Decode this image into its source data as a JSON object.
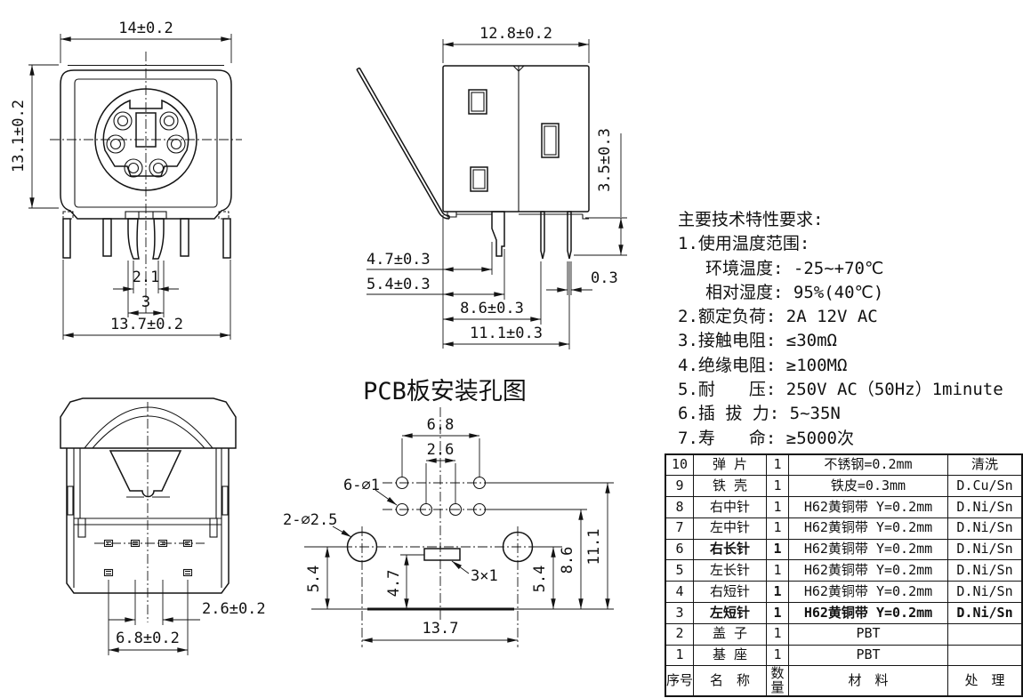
{
  "front_view": {
    "dim_width_top": "14±0.2",
    "dim_height_left": "13.1±0.2",
    "dim_prong_gap": "2.1",
    "dim_prong_pitch": "3",
    "dim_width_bottom": "13.7±0.2"
  },
  "side_view": {
    "dim_width_top": "12.8±0.2",
    "dim_pin_length": "3.5±0.3",
    "dim_tab_offset": "4.7±0.3",
    "dim_post_offset": "5.4±0.3",
    "dim_pin_width": "0.3",
    "dim_pin1_offset": "8.6±0.3",
    "dim_pin2_offset": "11.1±0.3"
  },
  "bottom_view": {
    "dim_inner_pitch": "2.6±0.2",
    "dim_outer_pitch": "6.8±0.2"
  },
  "pcb_view": {
    "title": "PCB板安装孔图",
    "dim_top_pitch": "6.8",
    "dim_inner_pitch": "2.6",
    "label_small_holes": "6-∅1",
    "label_big_holes": "2-∅2.5",
    "dim_left_height": "5.4",
    "dim_slot_height": "4.7",
    "label_slot": "3×1",
    "dim_right_height": "5.4",
    "dim_row2_height": "8.6",
    "dim_row1_height": "11.1",
    "dim_hole_span": "13.7"
  },
  "tech_specs": {
    "title": "主要技术特性要求:",
    "items": [
      "1.使用温度范围:",
      "环境温度: -25~+70℃",
      "相对湿度: 95%(40℃)",
      "2.额定负荷: 2A 12V AC",
      "3.接触电阻: ≤30mΩ",
      "4.绝缘电阻: ≥100MΩ",
      "5.耐　　压: 250V AC（50Hz）1minute",
      "6.插 拔 力: 5~35N",
      "7.寿　　命: ≥5000次"
    ]
  },
  "bom_table": {
    "header": {
      "no": "序号",
      "name": "名　称",
      "qty": "数量",
      "material": "材　料",
      "process": "处　理"
    },
    "rows": [
      {
        "no": "10",
        "name": "弹 片",
        "qty": "1",
        "material": "不锈钢=0.2mm",
        "process": "清洗"
      },
      {
        "no": "9",
        "name": "铁 壳",
        "qty": "1",
        "material": "铁皮=0.3mm",
        "process": "D.Cu/Sn"
      },
      {
        "no": "8",
        "name": "右中针",
        "qty": "1",
        "material": "H62黄铜带 Y=0.2mm",
        "process": "D.Ni/Sn"
      },
      {
        "no": "7",
        "name": "左中针",
        "qty": "1",
        "material": "H62黄铜带 Y=0.2mm",
        "process": "D.Ni/Sn"
      },
      {
        "no": "6",
        "name": "右长针",
        "qty": "1",
        "material": "H62黄铜带 Y=0.2mm",
        "process": "D.Ni/Sn"
      },
      {
        "no": "5",
        "name": "左长针",
        "qty": "1",
        "material": "H62黄铜带 Y=0.2mm",
        "process": "D.Ni/Sn"
      },
      {
        "no": "4",
        "name": "右短针",
        "qty": "1",
        "material": "H62黄铜带 Y=0.2mm",
        "process": "D.Ni/Sn"
      },
      {
        "no": "3",
        "name": "左短针",
        "qty": "1",
        "material": "H62黄铜带 Y=0.2mm",
        "process": "D.Ni/Sn"
      },
      {
        "no": "2",
        "name": "盖 子",
        "qty": "1",
        "material": "PBT",
        "process": ""
      },
      {
        "no": "1",
        "name": "基 座",
        "qty": "1",
        "material": "PBT",
        "process": ""
      }
    ]
  }
}
